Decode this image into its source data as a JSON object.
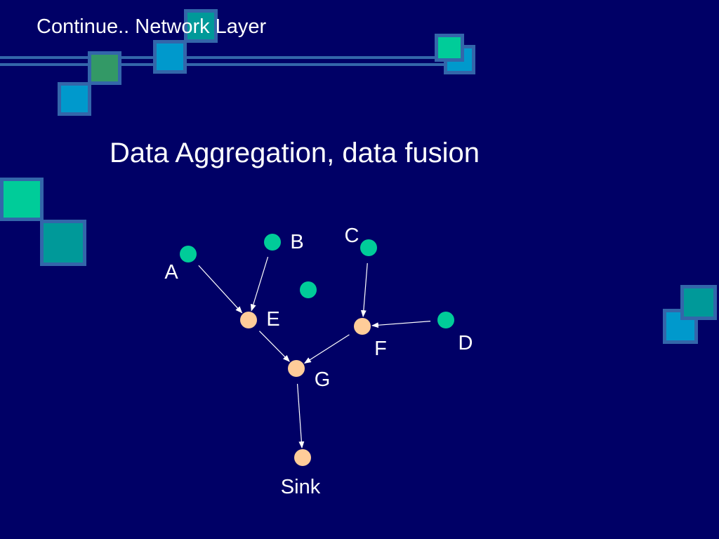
{
  "header": {
    "title": "Continue.. Network Layer"
  },
  "slide_title": "Data Aggregation, data fusion",
  "colors": {
    "background": "#000066",
    "source_node": "#00cc99",
    "aggregator_node": "#ffcc99",
    "edge": "#ffffff",
    "decor_border": "#3366aa"
  },
  "nodes": [
    {
      "id": "A",
      "label": "A",
      "role": "source"
    },
    {
      "id": "B",
      "label": "B",
      "role": "source"
    },
    {
      "id": "C",
      "label": "C",
      "role": "source"
    },
    {
      "id": "D",
      "label": "D",
      "role": "source"
    },
    {
      "id": "U",
      "label": "",
      "role": "source"
    },
    {
      "id": "E",
      "label": "E",
      "role": "aggregator"
    },
    {
      "id": "F",
      "label": "F",
      "role": "aggregator"
    },
    {
      "id": "G",
      "label": "G",
      "role": "aggregator"
    },
    {
      "id": "Sink",
      "label": "Sink",
      "role": "aggregator"
    }
  ],
  "edges": [
    {
      "from": "A",
      "to": "E"
    },
    {
      "from": "B",
      "to": "E"
    },
    {
      "from": "C",
      "to": "F"
    },
    {
      "from": "D",
      "to": "F"
    },
    {
      "from": "E",
      "to": "G"
    },
    {
      "from": "F",
      "to": "G"
    },
    {
      "from": "G",
      "to": "Sink"
    }
  ]
}
